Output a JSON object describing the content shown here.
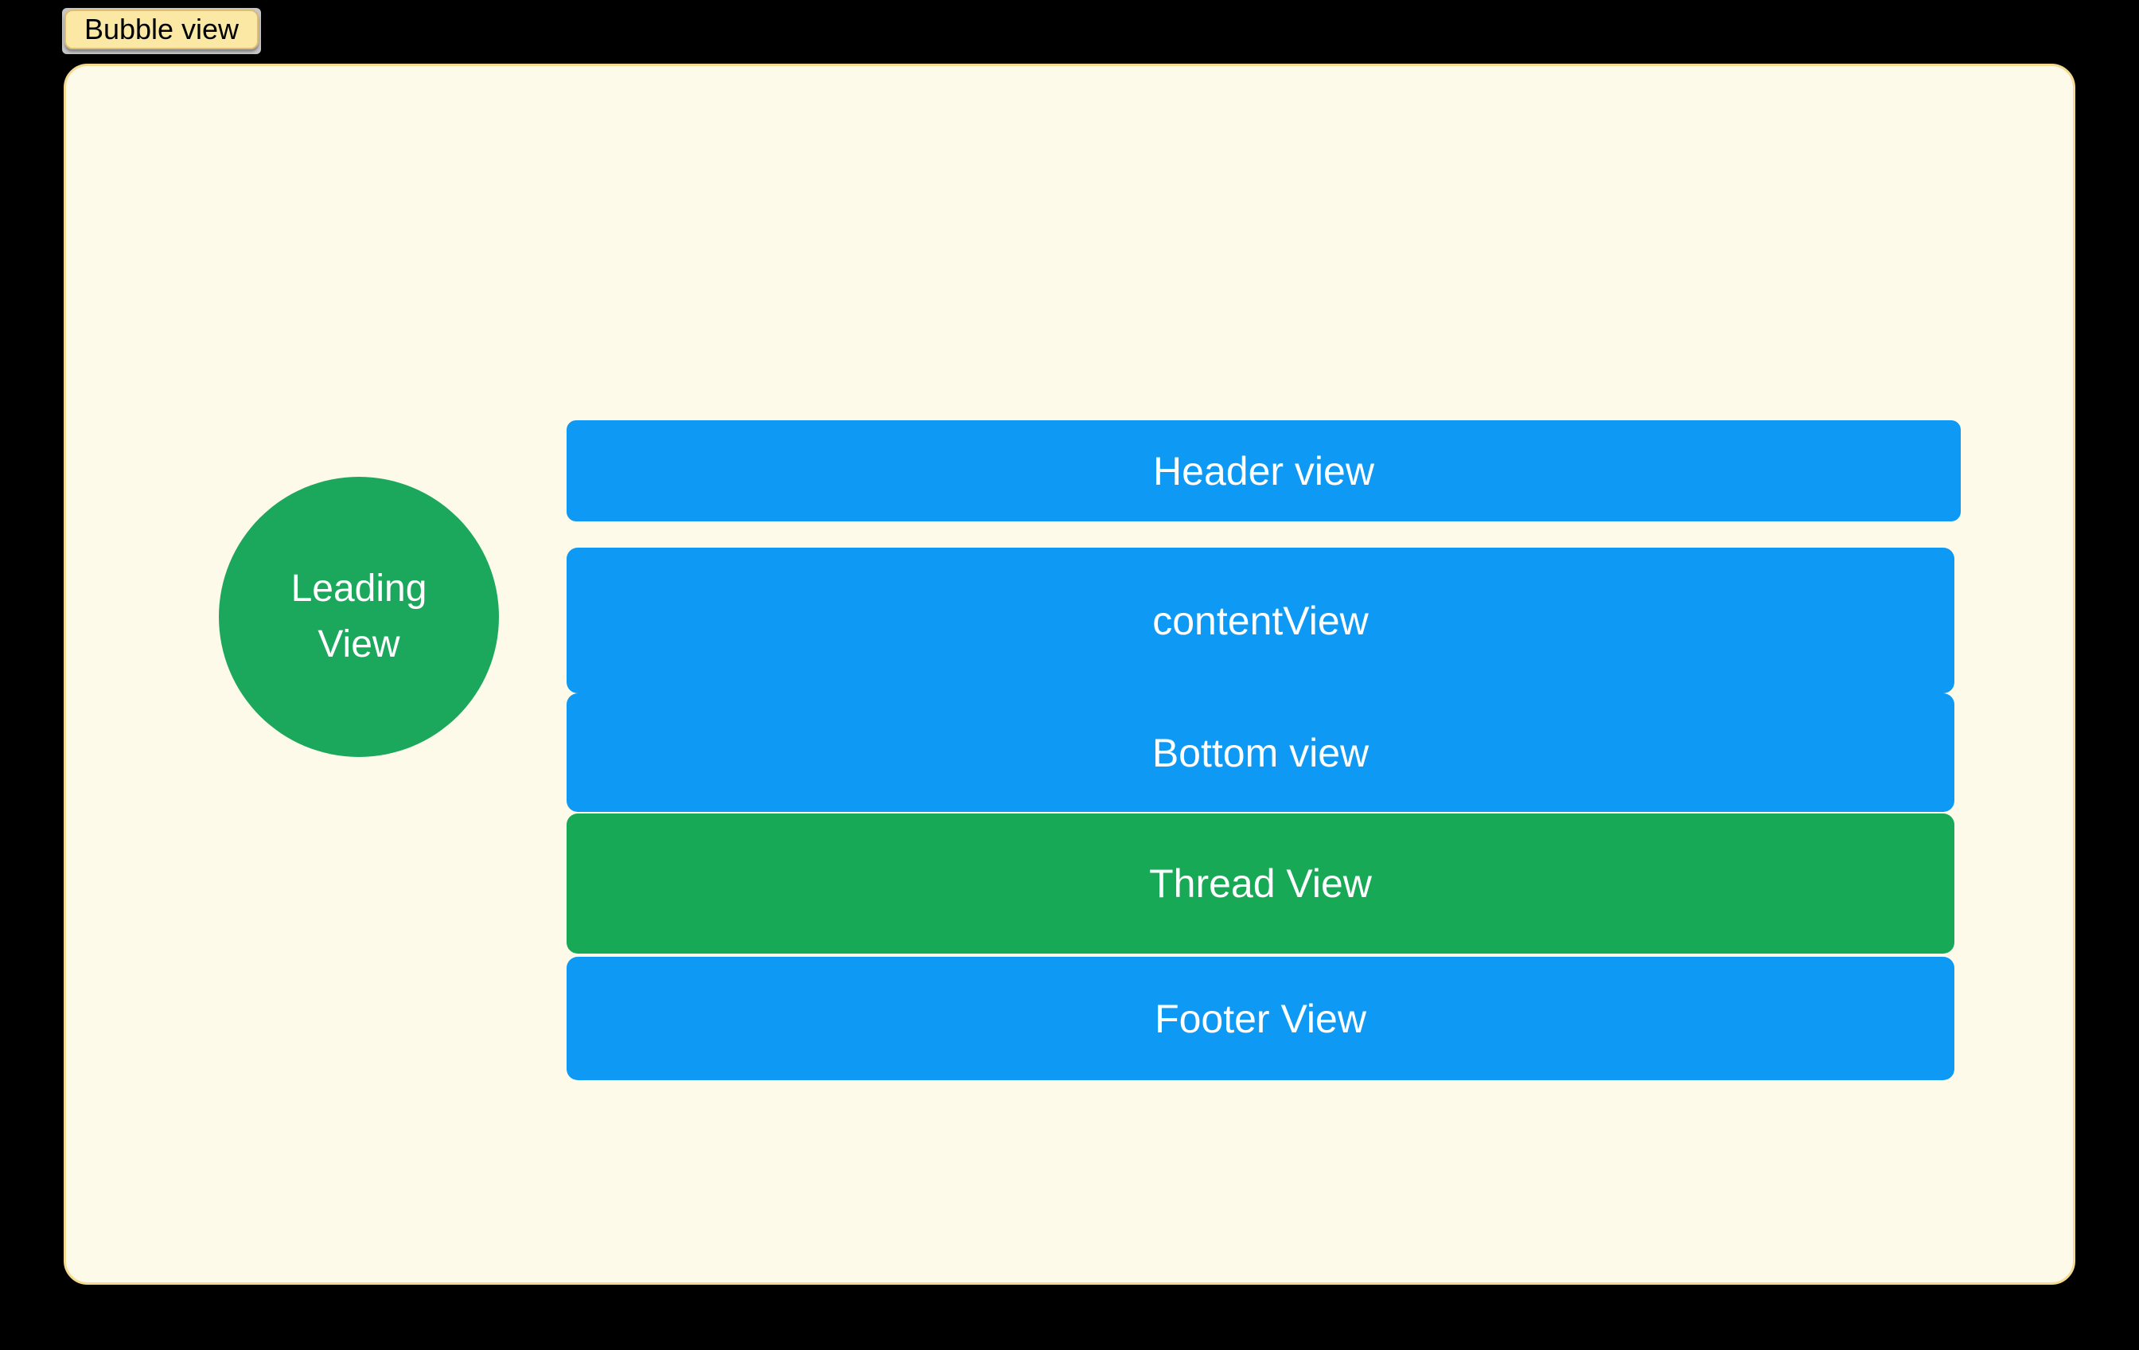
{
  "tab": {
    "label": "Bubble view"
  },
  "leading_view": {
    "line1": "Leading",
    "line2": "View",
    "color": "#1CA85C"
  },
  "views": [
    {
      "name": "header",
      "label": "Header view",
      "color": "#0E99F4"
    },
    {
      "name": "content",
      "label": "contentView",
      "color": "#0E99F4"
    },
    {
      "name": "bottom",
      "label": "Bottom view",
      "color": "#0E99F4"
    },
    {
      "name": "thread",
      "label": "Thread View",
      "color": "#18A956"
    },
    {
      "name": "footer",
      "label": "Footer View",
      "color": "#0E99F4"
    }
  ],
  "colors": {
    "background": "#000000",
    "canvas_bg": "#FDFAE9",
    "canvas_border": "#F5DB92",
    "tab_strip_bg": "#C6C6C6",
    "tab_bg": "#FCE8A5",
    "tab_border": "#DCBE74",
    "tab_text": "#000000",
    "view_text": "#FFFFFF"
  }
}
